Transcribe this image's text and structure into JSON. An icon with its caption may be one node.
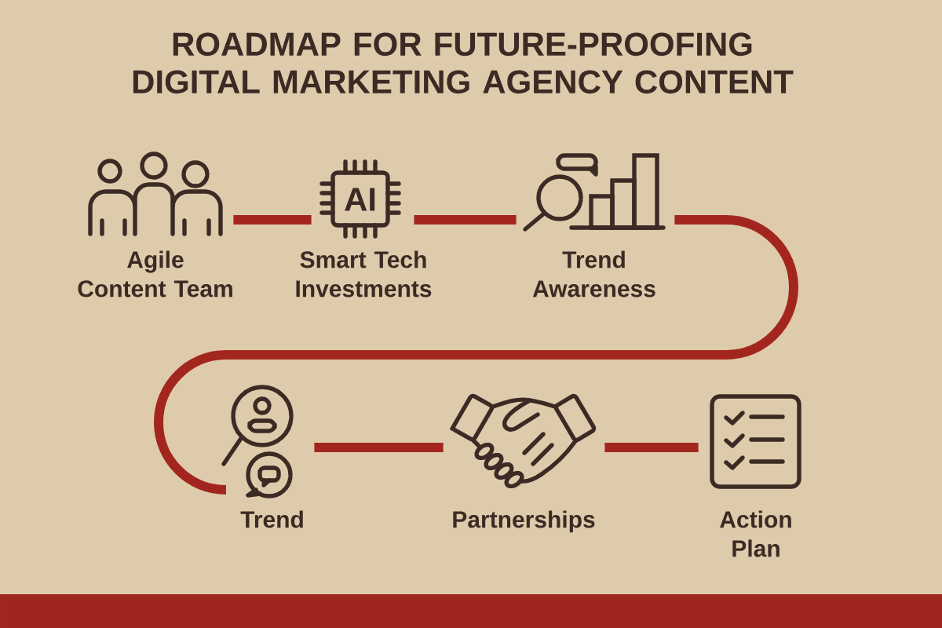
{
  "diagram": {
    "title": "ROADMAP FOR FUTURE-PROOFING DIGITAL MARKETING AGENCY CONTENT",
    "nodes": [
      {
        "text": [
          "Agile Content Team"
        ]
      },
      {
        "text": [
          "Smart Tech Investments"
        ]
      },
      {
        "text": [
          "Trend Awareness"
        ]
      },
      {
        "text": [
          "Trend"
        ]
      },
      {
        "text": [
          "Partnerships"
        ]
      },
      {
        "text": [
          "Action Plan"
        ]
      }
    ],
    "edges": [
      {
        "from": 0,
        "to": 1,
        "arrow": "none"
      },
      {
        "from": 1,
        "to": 2,
        "arrow": "none"
      },
      {
        "from": 2,
        "to": 3,
        "arrow": "none"
      },
      {
        "from": 3,
        "to": 4,
        "arrow": "none"
      },
      {
        "from": 4,
        "to": 5,
        "arrow": "none"
      }
    ],
    "labels": [
      "AI"
    ]
  }
}
